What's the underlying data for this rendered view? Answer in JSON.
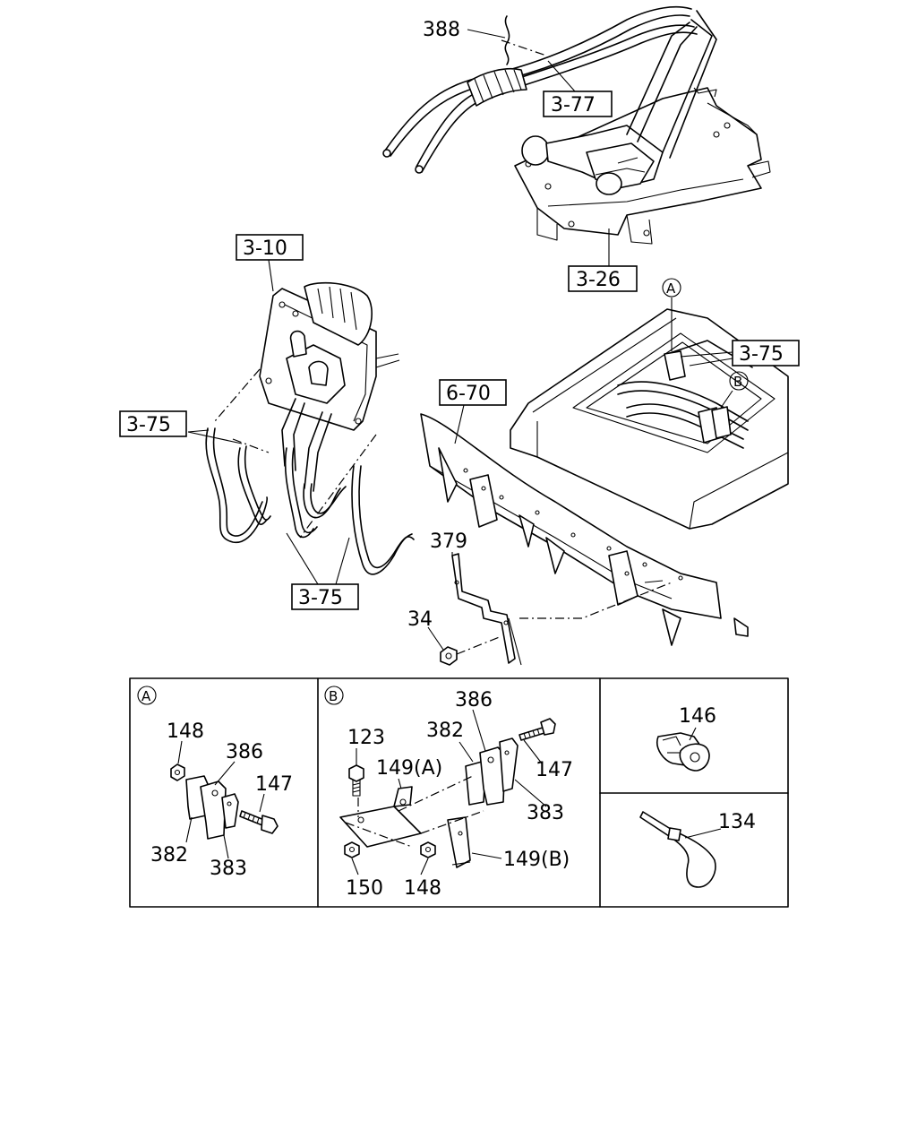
{
  "callouts": {
    "c388": "388",
    "c3_77": "3-77",
    "c3_26": "3-26",
    "c3_10": "3-10",
    "c3_75_right": "3-75",
    "c3_75_left": "3-75",
    "c3_75_bottom": "3-75",
    "c6_70": "6-70",
    "c379": "379",
    "c34": "34",
    "markerA": "A",
    "markerB": "B"
  },
  "detail_a": {
    "marker": "A",
    "p148": "148",
    "p386": "386",
    "p147": "147",
    "p382": "382",
    "p383": "383"
  },
  "detail_b": {
    "marker": "B",
    "p386": "386",
    "p382": "382",
    "p123": "123",
    "p147": "147",
    "p149a": "149(A)",
    "p383": "383",
    "p149b": "149(B)",
    "p150": "150",
    "p148": "148"
  },
  "detail_146": {
    "p146": "146"
  },
  "detail_134": {
    "p134": "134"
  }
}
